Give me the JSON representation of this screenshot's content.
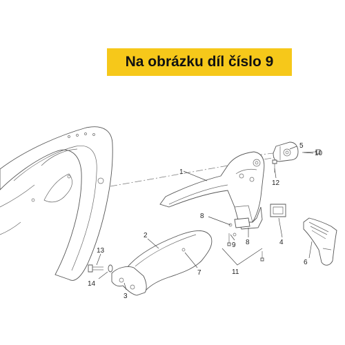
{
  "banner": {
    "text": "Na obrázku díl číslo 9",
    "color": "#f6c81a"
  },
  "callouts": [
    "1",
    "2",
    "3",
    "4",
    "5",
    "6",
    "7",
    "8",
    "8",
    "9",
    "10",
    "11",
    "12",
    "13",
    "14"
  ]
}
